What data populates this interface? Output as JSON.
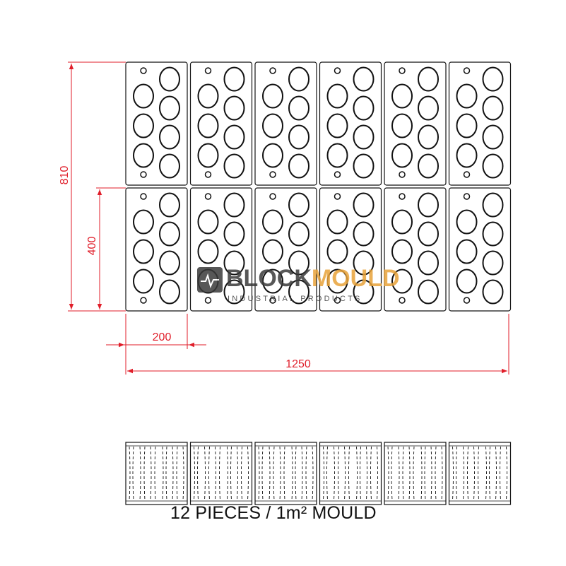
{
  "dimensions": {
    "height_total": "810",
    "height_piece": "400",
    "width_piece": "200",
    "width_total": "1250"
  },
  "watermark": {
    "brand_text": "BLOCKMOULD",
    "tagline": "INDUSTRIAL PRODUCTS"
  },
  "caption": {
    "text": "12 PIECES / 1m² MOULD"
  },
  "colors": {
    "dimension": "#e01e2a",
    "outline": "#111111",
    "watermark_dark": "#3a3a3a",
    "watermark_accent": "#e8a33a"
  },
  "layout_summary": {
    "rows": 2,
    "columns": 6,
    "piece_count": 12
  }
}
